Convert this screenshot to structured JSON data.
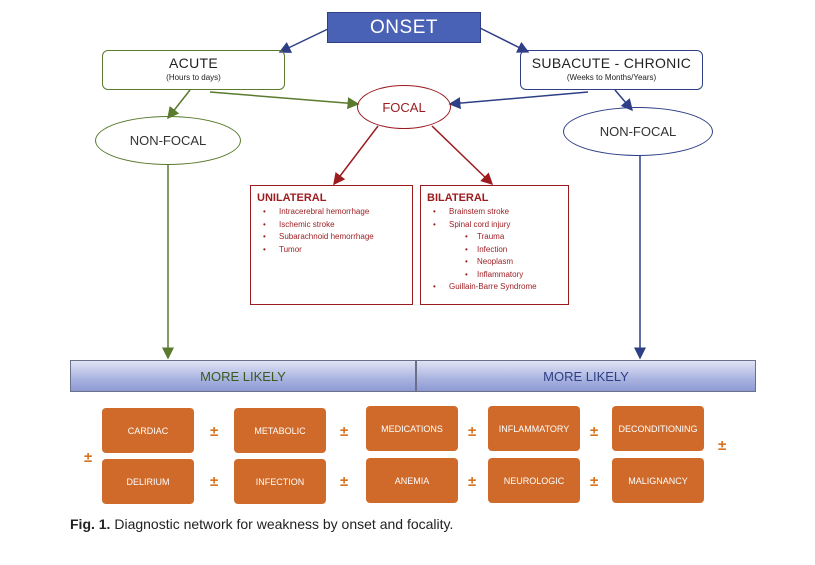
{
  "onset": "ONSET",
  "acute": {
    "title": "ACUTE",
    "subtitle": "(Hours to days)"
  },
  "subacute": {
    "title": "SUBACUTE - CHRONIC",
    "subtitle": "(Weeks to Months/Years)"
  },
  "focal": "FOCAL",
  "nonfocal_left": "NON-FOCAL",
  "nonfocal_right": "NON-FOCAL",
  "unilateral": {
    "title": "UNILATERAL",
    "items": [
      "Intracerebral hemorrhage",
      "Ischemic stroke",
      "Subarachnoid hemorrhage",
      "Tumor"
    ]
  },
  "bilateral": {
    "title": "BILATERAL",
    "items": [
      "Brainstem stroke",
      "Spinal cord injury"
    ],
    "subitems": [
      "Trauma",
      "Infection",
      "Neoplasm",
      "Inflammatory"
    ],
    "last_item": "Guillain-Barre Syndrome"
  },
  "more_likely_left": "MORE LIKELY",
  "more_likely_right": "MORE LIKELY",
  "categories_top": [
    "CARDIAC",
    "METABOLIC",
    "MEDICATIONS",
    "INFLAMMATORY",
    "DECONDITIONING"
  ],
  "categories_bottom": [
    "DELIRIUM",
    "INFECTION",
    "ANEMIA",
    "NEUROLOGIC",
    "MALIGNANCY"
  ],
  "plusminus": "±",
  "caption": {
    "label": "Fig. 1.",
    "text": "Diagnostic network for weakness by onset and focality."
  },
  "colors": {
    "blue": "#4a62b5",
    "green": "#5a7a2e",
    "red": "#9c1b1f",
    "orange": "#cf6a2a"
  }
}
